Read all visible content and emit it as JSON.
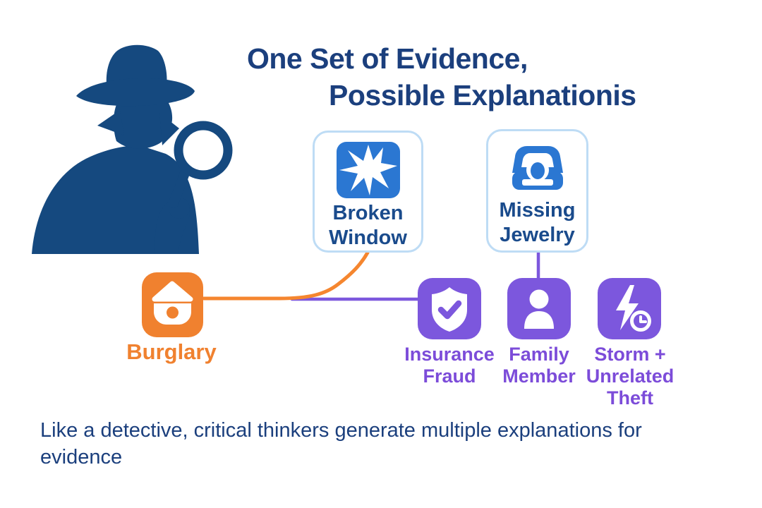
{
  "title": {
    "line1": "One Set of Evidence,",
    "line2": "Possible Explanationis"
  },
  "evidence_cards": [
    {
      "id": "broken-window",
      "icon": "starburst-icon",
      "line1": "Broken",
      "line2": "Window"
    },
    {
      "id": "missing-jewelry",
      "icon": "jewelry-box-icon",
      "line1": "Missing",
      "line2": "Jewelry"
    }
  ],
  "explanations": {
    "burglary": {
      "label": "Burglary",
      "icon": "house-security-icon"
    },
    "insurance_fraud": {
      "line1": "Insurance",
      "line2": "Fraud",
      "icon": "shield-check-icon"
    },
    "family_member": {
      "line1": "Family",
      "line2": "Member",
      "icon": "person-icon"
    },
    "storm_theft": {
      "line1": "Storm +",
      "line2": "Unrelated",
      "line3": "Theft",
      "icon": "storm-clock-icon"
    }
  },
  "caption": {
    "line1": "Like a detective, critical thinkers generate multiple explanations for",
    "line2": "evidence"
  },
  "colors": {
    "background": "#FFFFFF",
    "navy_text": "#1B3F7D",
    "card_label_navy": "#1A4B8C",
    "evidence_blue": "#2B77D2",
    "card_border_blue": "#BEDCF5",
    "orange": "#F0812F",
    "orange_line": "#F5862F",
    "purple_node": "#7C57DD",
    "purple_text": "#7C4CD9",
    "detective_navy": "#15497F"
  }
}
